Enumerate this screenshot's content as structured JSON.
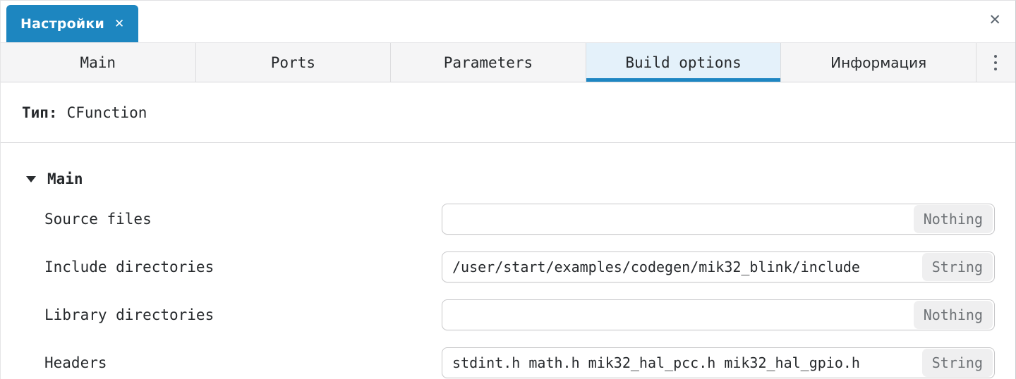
{
  "header": {
    "doc_tab": {
      "title": "Настройки",
      "close_icon": "✕"
    },
    "window_close_icon": "✕"
  },
  "tabbar": {
    "tabs": [
      {
        "label": "Main",
        "active": false
      },
      {
        "label": "Ports",
        "active": false
      },
      {
        "label": "Parameters",
        "active": false
      },
      {
        "label": "Build options",
        "active": true
      },
      {
        "label": "Информация",
        "active": false
      }
    ],
    "overflow_menu_icon": "⋮"
  },
  "type_row": {
    "label": "Тип:",
    "value": "CFunction"
  },
  "section": {
    "collapse_icon": "▼",
    "title": "Main"
  },
  "fields": [
    {
      "label": "Source files",
      "value": "",
      "badge": "Nothing"
    },
    {
      "label": "Include directories",
      "value": "/user/start/examples/codegen/mik32_blink/include",
      "badge": "String"
    },
    {
      "label": "Library directories",
      "value": "",
      "badge": "Nothing"
    },
    {
      "label": "Headers",
      "value": "stdint.h math.h mik32_hal_pcc.h mik32_hal_gpio.h",
      "badge": "String"
    }
  ],
  "colors": {
    "accent_blue": "#1d86c0",
    "active_tab_bg": "#e4f1fa",
    "active_tab_underline": "#1e86c2",
    "tabbar_bg": "#f5f5f6",
    "badge_bg": "#efeff0",
    "badge_text": "#6e7276",
    "text": "#26292c"
  }
}
